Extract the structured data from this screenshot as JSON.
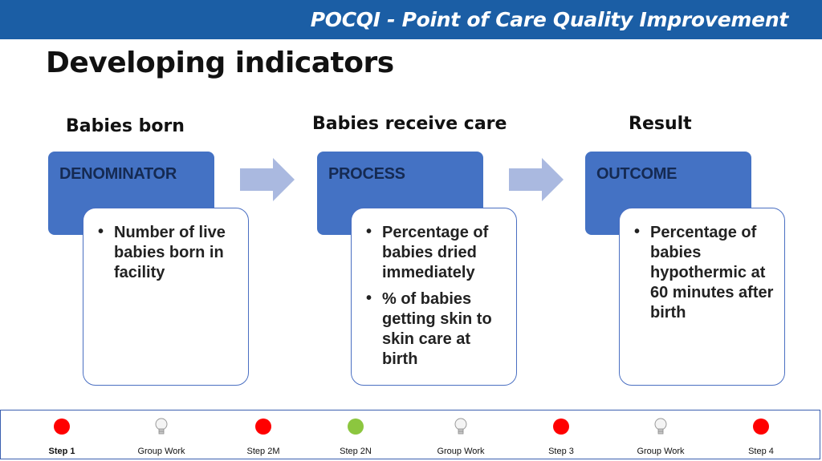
{
  "header": {
    "title": "POCQI - Point of Care Quality Improvement"
  },
  "page": {
    "title": "Developing indicators"
  },
  "columns": [
    {
      "heading": "Babies born",
      "box_label": "DENOMINATOR",
      "bullets": [
        "Number of live babies born in facility"
      ]
    },
    {
      "heading": "Babies receive care",
      "box_label": "PROCESS",
      "bullets": [
        "Percentage of babies dried immediately",
        "% of babies getting skin to skin care at birth"
      ]
    },
    {
      "heading": "Result",
      "box_label": "OUTCOME",
      "bullets": [
        "Percentage of babies hypothermic at 60 minutes after birth"
      ]
    }
  ],
  "bullet_symbol": "•",
  "footer": {
    "steps": [
      {
        "label": "Step 1",
        "marker": "red-dot",
        "color": "#ff0000",
        "current": true
      },
      {
        "label": "Group Work",
        "marker": "lightbulb-icon",
        "color": "#bbbbbb",
        "current": false
      },
      {
        "label": "Step 2M",
        "marker": "red-dot",
        "color": "#ff0000",
        "current": false
      },
      {
        "label": "Step 2N",
        "marker": "green-dot",
        "color": "#8cc63f",
        "current": false
      },
      {
        "label": "Group Work",
        "marker": "lightbulb-icon",
        "color": "#bbbbbb",
        "current": false
      },
      {
        "label": "Step 3",
        "marker": "red-dot",
        "color": "#ff0000",
        "current": false
      },
      {
        "label": "Group Work",
        "marker": "lightbulb-icon",
        "color": "#bbbbbb",
        "current": false
      },
      {
        "label": "Step 4",
        "marker": "red-dot",
        "color": "#ff0000",
        "current": false
      }
    ]
  },
  "colors": {
    "header_bg": "#1b5ea5",
    "box_blue": "#4472c4",
    "arrow": "#aab9e0"
  }
}
